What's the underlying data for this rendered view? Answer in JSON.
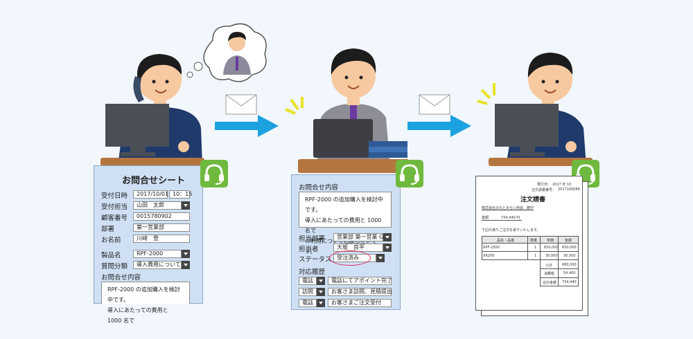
{
  "left_sheet": {
    "title": "お問合せシート",
    "fields": [
      {
        "label": "受付日時",
        "value": "2017/10/01",
        "value2": "10：15"
      },
      {
        "label": "受付担当",
        "value": "山田　太郎"
      },
      {
        "label": "顧客番号",
        "value": "0015780902"
      },
      {
        "label": "部署",
        "value": "第一営業部"
      },
      {
        "label": "お名前",
        "value": "川﨑　登"
      },
      {
        "label": "製品名",
        "value": "RPF-2000"
      },
      {
        "label": "質問分類",
        "value": "導入費用について"
      }
    ],
    "inquiry_label": "お問合せ内容",
    "inquiry_text": [
      "RPF-2000 の追加購入を検討中です。",
      "導入にあたっての費用と 1000 名で"
    ]
  },
  "middle_sheet": {
    "inquiry_label": "お問合せ内容",
    "inquiry_text": [
      "RPF-2000 の追加購入を検討中です。",
      "導入にあたっての費用と 1000 名で",
      "の利用について相談したいです。"
    ],
    "fields": [
      {
        "label": "担当部署",
        "value": "営業部 第一営業 G"
      },
      {
        "label": "担当者",
        "value": "大坂　良平"
      },
      {
        "label": "ステータス",
        "value": "受注済み"
      }
    ],
    "history_label": "対応履歴",
    "history": [
      {
        "type": "電話",
        "detail": "電話にてアポイント完了"
      },
      {
        "type": "訪問",
        "detail": "お客さま訪問、見積提出"
      },
      {
        "type": "電話",
        "detail": "お客さまご注文受付"
      }
    ]
  },
  "order_form": {
    "title": "注文請書",
    "date_label": "発行日：",
    "date_value": "2017 年 10",
    "number_label": "注文請書番号：",
    "number_value": "2017100089",
    "customer": "株式会社みなとみらい商会　御中",
    "amount_label": "金額",
    "amount_value": "734,440 円",
    "note": "下記の通りご注文を承りいたします。",
    "columns": [
      "品名・品番",
      "数量",
      "単価",
      "金額"
    ],
    "rows": [
      [
        "RPF-2000",
        "1",
        "650,000",
        "650,000"
      ],
      [
        "XR200",
        "1",
        "30,000",
        "30,000"
      ]
    ],
    "totals": [
      {
        "label": "小計",
        "value": "680,000"
      },
      {
        "label": "消費税",
        "value": "54,400"
      },
      {
        "label": "合計金額",
        "value": "734,440"
      }
    ]
  },
  "colors": {
    "arrow": "#1ca2e0",
    "headset": "#6fba3e",
    "status_circle": "#e0245e",
    "desk": "#b5753f",
    "suit": "#1f3a6b",
    "sheet_bg": "#cfe0f4"
  }
}
